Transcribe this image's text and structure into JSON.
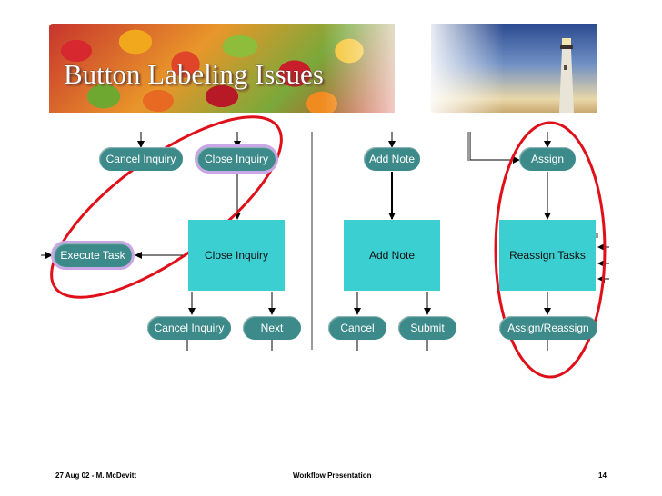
{
  "slide": {
    "title": "Button Labeling Issues",
    "footer_left": "27 Aug 02 - M. McDevitt",
    "footer_center": "Workflow Presentation",
    "footer_right": "14"
  },
  "diagram": {
    "buttons": {
      "cancel_inquiry_top": "Cancel Inquiry",
      "close_inquiry_top": "Close Inquiry",
      "execute_task": "Execute Task",
      "cancel_inquiry_bottom": "Cancel Inquiry",
      "next": "Next",
      "add_note_top": "Add Note",
      "cancel": "Cancel",
      "submit": "Submit",
      "assign": "Assign",
      "assign_reassign": "Assign/Reassign"
    },
    "boxes": {
      "close_inquiry": "Close Inquiry",
      "add_note": "Add Note",
      "reassign_tasks": "Reassign Tasks"
    },
    "colors": {
      "button_fill": "#3d8a8a",
      "box_fill": "#3ccfd1",
      "highlight_outline": "#c9a6e6",
      "circle_stroke": "#e0101a"
    }
  }
}
